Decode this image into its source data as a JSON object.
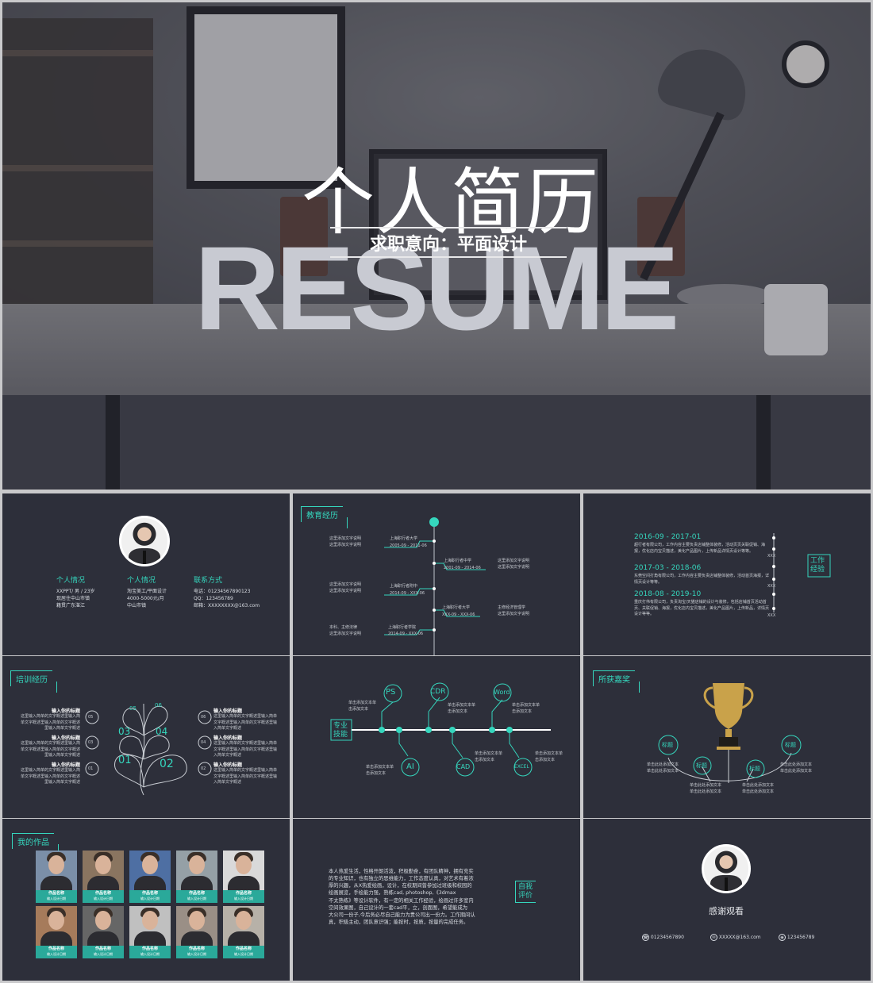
{
  "hero": {
    "title_cn": "个人简历",
    "subtitle": "求职意向：平面设计",
    "title_en": "RESUME"
  },
  "slide1": {
    "columns": [
      {
        "heading": "个人情况",
        "lines": [
          "XXPPT/ 男 / 23岁",
          "现居住中山市镇",
          "籍贯广东湛江"
        ]
      },
      {
        "heading": "个人情况",
        "lines": [
          "淘宝美工/平面设计",
          "4000-5000元/月",
          "中山市镇"
        ]
      },
      {
        "heading": "联系方式",
        "lines": [
          "电话：01234567890123",
          "QQ：123456789",
          "邮箱：XXXXXXXX@163.com"
        ]
      }
    ]
  },
  "slide2": {
    "tag": "教育经历",
    "entries": [
      {
        "school": "上海职行者大学",
        "date": "2005-09 - 2011-06",
        "desc1": "这里添加文字说明",
        "desc2": "这里添加文字说明"
      },
      {
        "school": "上海职行者中学",
        "date": "2001-09 - 2014-06",
        "desc1": "这里添加文字说明",
        "desc2": "这里添加文字说明"
      },
      {
        "school": "上海职行者附中",
        "date": "2014-09 - XXX-06",
        "desc1": "这里添加文字说明",
        "desc2": "这里添加文字说明"
      },
      {
        "school": "上海职行者大学",
        "date": "XXX-09 - XXX-06",
        "desc1": "主修经济管理学",
        "desc2": "这里添加文字说明"
      },
      {
        "school": "上海职行者学院",
        "date": "2014-09 - XXX-06",
        "desc1": "本科、主修法律",
        "desc2": "这里添加文字说明"
      }
    ]
  },
  "slide3": {
    "tag_line1": "工作",
    "tag_line2": "经验",
    "entries": [
      {
        "range": "2016-09 - 2017-01",
        "desc": "超行者有限公司，工作内容主要负责店铺整体装修，活动页页关联促销、海报，优化店内宝贝描述，美化产品图片，上传新品详情页设计等等。",
        "xxx": "XXX"
      },
      {
        "range": "2017-03 - 2018-06",
        "desc": "东莞空间打角有限公司，工作内容主要负责店铺整体装修，活动首页海报，详情页设计等等。",
        "xxx": "XXX"
      },
      {
        "range": "2018-08 - 2019-10",
        "desc": "重庆打伟有限公司，负责淘宝/天猫店铺的设计与装修，包括店铺首页活动首页、关联促销、海报，优化店内宝贝描述，美化产品图片，上传新品，详情页设计等等。",
        "xxx": "XXX"
      }
    ]
  },
  "slide4": {
    "tag": "培训经历",
    "left_items": [
      {
        "title": "输入你的标题",
        "desc": "这里输入简单的文字概述里输入简单文字概述里输入简单的文字概述里输入简单文字概述",
        "num": "05"
      },
      {
        "title": "输入你的标题",
        "desc": "这里输入简单的文字概述里输入简单文字概述里输入简单的文字概述里输入简单文字概述",
        "num": "03"
      },
      {
        "title": "输入你的标题",
        "desc": "这里输入简单的文字概述里输入简单文字概述里输入简单的文字概述里输入简单文字概述",
        "num": "01"
      }
    ],
    "right_items": [
      {
        "title": "输入你的标题",
        "desc": "这里输入简单的文字概述里输入简单文字概述里输入简单的文字概述里输入简单文字概述",
        "num": "06"
      },
      {
        "title": "输入你的标题",
        "desc": "这里输入简单的文字概述里输入简单文字概述里输入简单的文字概述里输入简单文字概述",
        "num": "04"
      },
      {
        "title": "输入你的标题",
        "desc": "这里输入简单的文字概述里输入简单文字概述里输入简单的文字概述里输入简单文字概述",
        "num": "02"
      }
    ],
    "leaves": [
      "05",
      "06",
      "03",
      "04",
      "01",
      "02"
    ]
  },
  "slide5": {
    "tag_line1": "专业",
    "tag_line2": "技能",
    "top_skills": [
      {
        "name": "PS",
        "text1": "单击添加文本单",
        "text2": "击添加文本"
      },
      {
        "name": "CDR",
        "text1": "单击添加文本单",
        "text2": "击添加文本"
      },
      {
        "name": "Word",
        "text1": "单击添加文本单",
        "text2": "击添加文本"
      }
    ],
    "bottom_skills": [
      {
        "name": "AI",
        "text1": "单击添加文本单",
        "text2": "击添加文本"
      },
      {
        "name": "CAD",
        "text1": "单击添加文本单",
        "text2": "击添加文本"
      },
      {
        "name": "EXCEL",
        "text1": "单击添加文本单",
        "text2": "击添加文本"
      }
    ]
  },
  "slide6": {
    "tag": "所获嘉奖",
    "nodes": [
      {
        "label": "标题",
        "text1": "单击此处添加文本",
        "text2": "单击此处添加文本"
      },
      {
        "label": "标题",
        "text1": "单击此处添加文本",
        "text2": "单击此处添加文本"
      },
      {
        "label": "标题",
        "text1": "单击此处添加文本",
        "text2": "单击此处添加文本"
      },
      {
        "label": "标题",
        "text1": "单击此处添加文本",
        "text2": "单击此处添加文本"
      }
    ]
  },
  "slide7": {
    "tag": "我的作品",
    "works": [
      {
        "name": "作品名称",
        "sub": "输入设计日期"
      },
      {
        "name": "作品名称",
        "sub": "输入设计日期"
      },
      {
        "name": "作品名称",
        "sub": "输入设计日期"
      },
      {
        "name": "作品名称",
        "sub": "输入设计日期"
      },
      {
        "name": "作品名称",
        "sub": "输入设计日期"
      },
      {
        "name": "作品名称",
        "sub": "输入设计日期"
      },
      {
        "name": "作品名称",
        "sub": "输入设计日期"
      },
      {
        "name": "作品名称",
        "sub": "输入设计日期"
      },
      {
        "name": "作品名称",
        "sub": "输入设计日期"
      },
      {
        "name": "作品名称",
        "sub": "输入设计日期"
      }
    ]
  },
  "slide8": {
    "tag_line1": "自我",
    "tag_line2": "评价",
    "paragraph_lines": [
      "本人热爱生活，性格开朗活泼，积极勤奋，有团队精神，拥有充实",
      "的专业知识，也有独立的思维能力，工作态度认真，对艺术有着浓",
      "厚的兴趣，从X热爱绘画，设计，在校期间曾参加过班级和校园的",
      "绘画展览，手绘能力强，熟练cad, photoshop,《3dmax",
      "不太熟练》等设计软件，有一定的相关工作经验，绘画过许多室内",
      "空间效果图，自己设计的一套cad平，立，剖面图，希望能成为",
      "大公司一份子,今后务必尽自己能力为贵公司出一份力。工作期间认",
      "真，积极主动，团队意识强；能按时，按质，按量的完成任务。"
    ]
  },
  "slide9": {
    "thanks": "感谢观看",
    "phone": "01234567890",
    "email": "XXXXX@163.com",
    "qq": "123456789"
  },
  "colors": {
    "teal": "#35d6bd",
    "panel": "#2d2f3a",
    "gap": "#c9c9cb"
  }
}
